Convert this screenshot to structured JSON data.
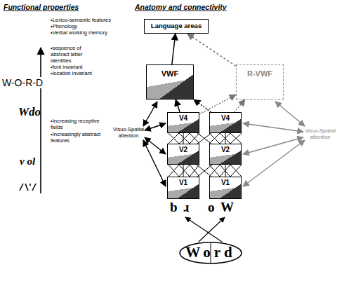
{
  "diagram": {
    "nodes": [
      {
        "text": [
          "Language areas"
        ]
      },
      {
        "text": [
          "VWF"
        ]
      },
      {
        "text": [
          "R-VWF"
        ]
      },
      {
        "text": [
          "V4"
        ]
      },
      {
        "text": [
          "V4"
        ]
      },
      {
        "text": [
          "V2"
        ]
      },
      {
        "text": [
          "V2"
        ]
      },
      {
        "text": [
          "V1"
        ]
      },
      {
        "text": [
          "V1"
        ]
      },
      {
        "text": [
          "Word"
        ]
      }
    ],
    "edges": [
      {
        "from": 1,
        "to": 0,
        "arrow": "to"
      },
      {
        "from": 2,
        "to": 0,
        "arrow": "to"
      },
      {
        "from": 3,
        "to": 1,
        "arrow": "to"
      },
      {
        "from": 4,
        "to": 1,
        "arrow": "to"
      },
      {
        "from": 3,
        "to": 2,
        "arrow": "to"
      },
      {
        "from": 4,
        "to": 2,
        "arrow": "to"
      },
      {
        "from": 7,
        "to": 5,
        "arrow": "none"
      },
      {
        "from": 8,
        "to": 6,
        "arrow": "none"
      },
      {
        "from": 5,
        "to": 3,
        "arrow": "none"
      },
      {
        "from": 6,
        "to": 4,
        "arrow": "none"
      },
      {
        "from": 7,
        "to": 6,
        "arrow": "none"
      },
      {
        "from": 8,
        "to": 5,
        "arrow": "none"
      },
      {
        "from": 5,
        "to": 4,
        "arrow": "none"
      },
      {
        "from": 6,
        "to": 3,
        "arrow": "none"
      }
    ],
    "labels": [
      "Functional properties",
      "Anatomy and connectivity",
      "•Lexico-semantic features",
      "•Phonology",
      "•Verbal working memory",
      "W-O-R-D",
      "•sequence of abstract letter identities",
      "•font invariant",
      "•location invariant",
      "Wdo",
      "•Increasing receptive fields",
      "•Increasingly abstract features",
      "v ol",
      "Visuo-Spatial attention",
      "Visuo-Spatial attention",
      "b ɹ",
      "o W"
    ]
  }
}
